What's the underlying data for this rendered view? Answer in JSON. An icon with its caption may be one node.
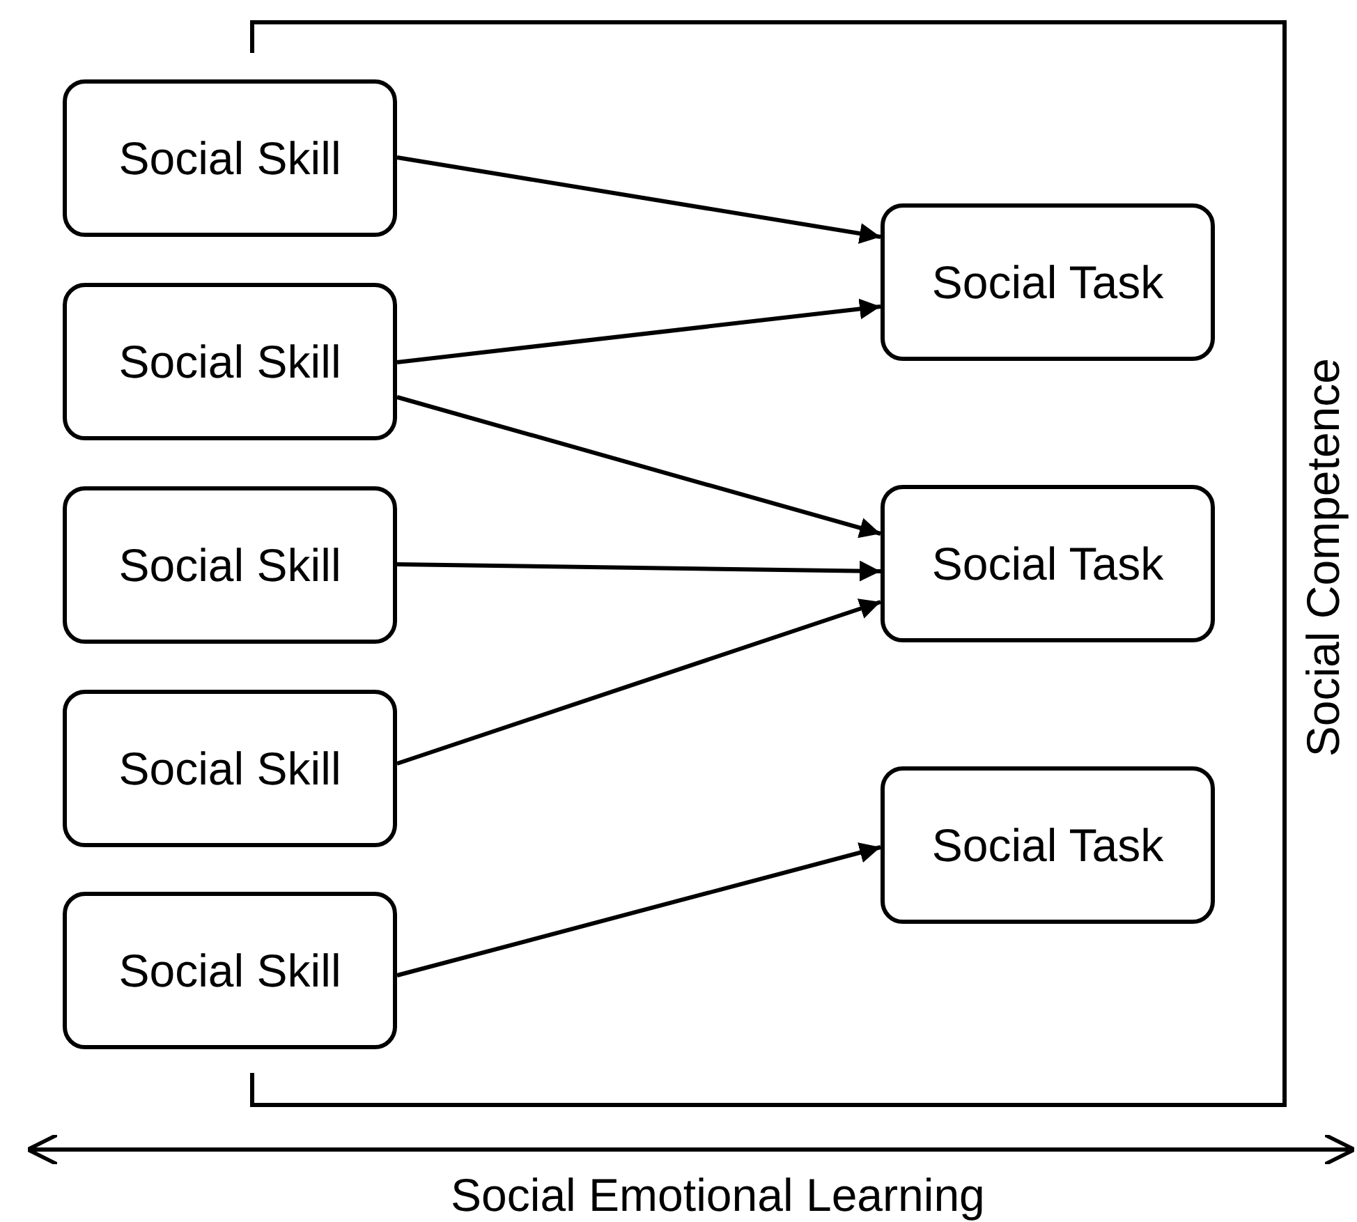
{
  "diagram": {
    "nodes": [
      {
        "text": [
          "Social Skill"
        ]
      },
      {
        "text": [
          "Social Skill"
        ]
      },
      {
        "text": [
          "Social Skill"
        ]
      },
      {
        "text": [
          "Social Skill"
        ]
      },
      {
        "text": [
          "Social Skill"
        ]
      },
      {
        "text": [
          "Social Task"
        ]
      },
      {
        "text": [
          "Social Task"
        ]
      },
      {
        "text": [
          "Social Task"
        ]
      }
    ],
    "edges": [
      {
        "from": 0,
        "to": 5,
        "arrow": "to"
      },
      {
        "from": 1,
        "to": 5,
        "arrow": "to"
      },
      {
        "from": 1,
        "to": 6,
        "arrow": "to"
      },
      {
        "from": 2,
        "to": 6,
        "arrow": "to"
      },
      {
        "from": 3,
        "to": 6,
        "arrow": "to"
      },
      {
        "from": 4,
        "to": 7,
        "arrow": "to"
      }
    ],
    "labels": [
      "Social Competence",
      "Social Emotional Learning"
    ]
  }
}
